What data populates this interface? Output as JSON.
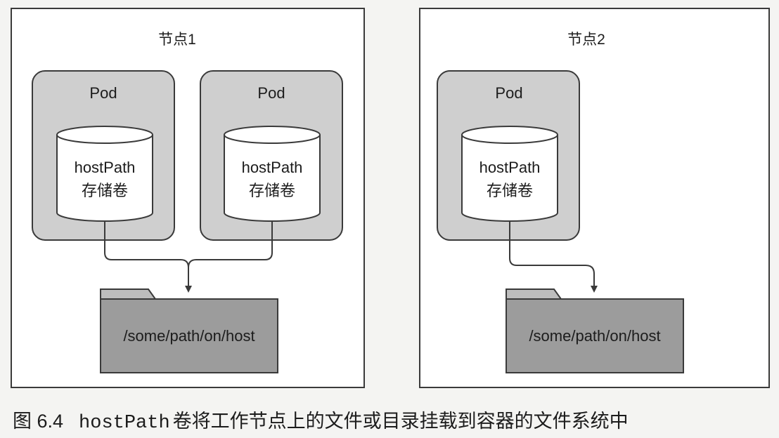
{
  "nodes": [
    {
      "label": "节点1",
      "pods": [
        {
          "label": "Pod",
          "volume": [
            "hostPath",
            "存储卷"
          ]
        },
        {
          "label": "Pod",
          "volume": [
            "hostPath",
            "存储卷"
          ]
        }
      ],
      "folder_label": "/some/path/on/host"
    },
    {
      "label": "节点2",
      "pods": [
        {
          "label": "Pod",
          "volume": [
            "hostPath",
            "存储卷"
          ]
        }
      ],
      "folder_label": "/some/path/on/host"
    }
  ],
  "caption": {
    "prefix": "图 6.4",
    "code": "hostPath",
    "text": "卷将工作节点上的文件或目录挂载到容器的文件系统中"
  },
  "colors": {
    "node_fill": "#ffffff",
    "pod_fill": "#cfcfcf",
    "folder_fill": "#9c9c9c",
    "stroke": "#3a3a3a"
  }
}
